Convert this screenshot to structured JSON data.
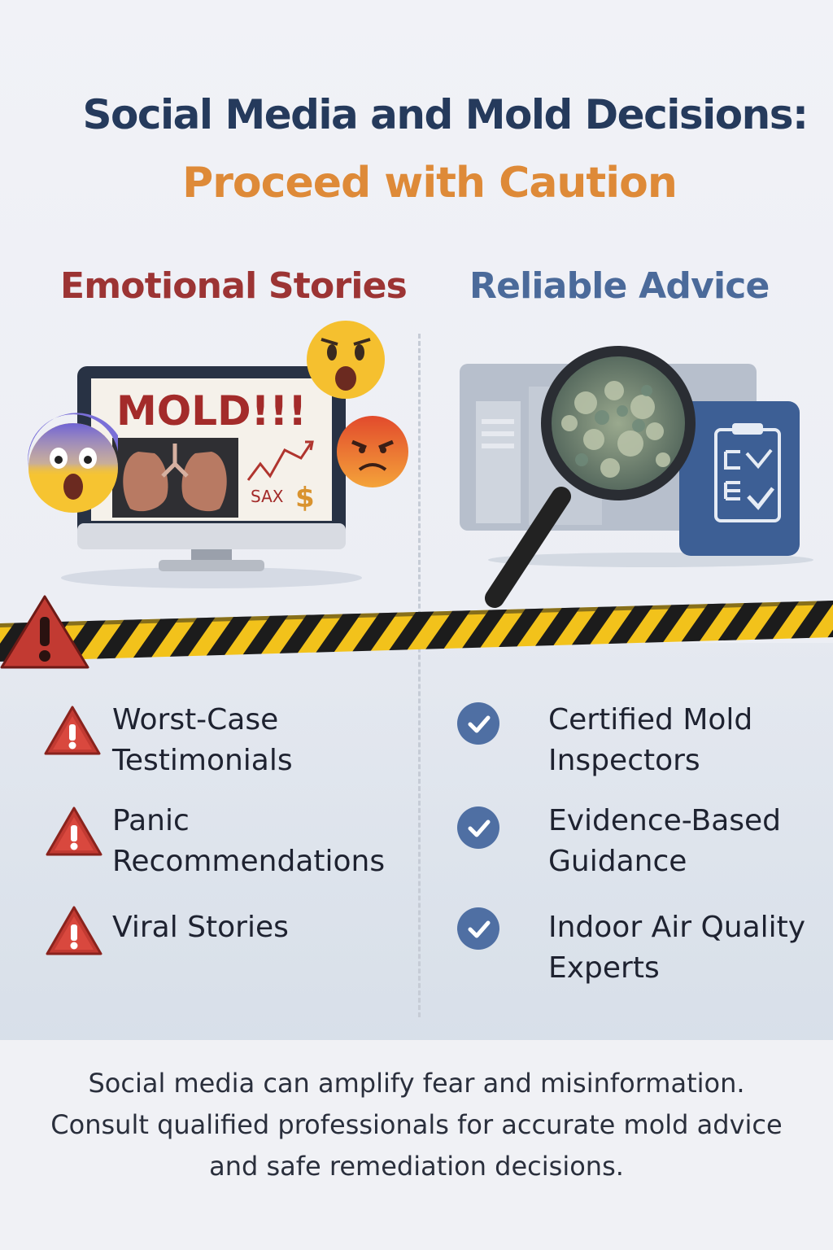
{
  "title": {
    "line1": "Social Media and Mold Decisions:",
    "line2": "Proceed with Caution"
  },
  "columns": {
    "left_heading": "Emotional Stories",
    "right_heading": "Reliable Advice"
  },
  "monitor": {
    "headline": "MOLD!!!",
    "scribble": "SAX",
    "currency": "$"
  },
  "left_items": [
    {
      "line1": "Worst-Case",
      "line2": "Testimonials"
    },
    {
      "line1": "Panic",
      "line2": "Recommendations"
    },
    {
      "line1": "Viral Stories",
      "line2": ""
    }
  ],
  "right_items": [
    {
      "line1": "Certified Mold",
      "line2": "Inspectors"
    },
    {
      "line1": "Evidence-Based",
      "line2": "Guidance"
    },
    {
      "line1": "Indoor Air Quality",
      "line2": "Experts"
    }
  ],
  "footer": {
    "line1": "Social media can amplify fear and misinformation.",
    "line2": "Consult qualified professionals for accurate mold advice",
    "line3": "and safe remediation decisions."
  },
  "colors": {
    "title": "#253a5c",
    "accent": "#de8a38",
    "warning_red": "#c23a32",
    "reliable_blue": "#4b6a9a",
    "tape_yellow": "#f2c21b"
  },
  "icons": {
    "warning": "warning-triangle-icon",
    "check": "check-circle-icon",
    "magnifier": "magnifying-glass-icon",
    "clipboard": "clipboard-checklist-icon"
  }
}
